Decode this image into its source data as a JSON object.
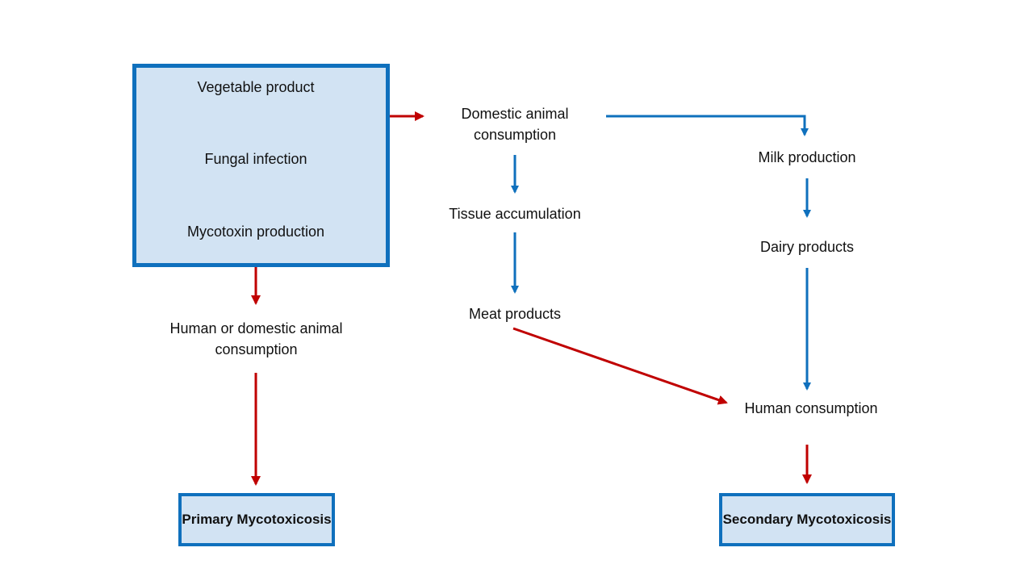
{
  "colors": {
    "flow_arrow": "#0f70bd",
    "consumption_arrow": "#c00000",
    "box_fill": "#d2e3f3",
    "box_border": "#0f70bd"
  },
  "nodes": {
    "vegetable_product": "Vegetable product",
    "fungal_infection": "Fungal infection",
    "mycotoxin_production": "Mycotoxin production",
    "human_or_domestic_animal_consumption": "Human or domestic animal consumption",
    "primary_mycotoxicosis": "Primary Mycotoxicosis",
    "domestic_animal_consumption": "Domestic animal consumption",
    "tissue_accumulation": "Tissue accumulation",
    "meat_products": "Meat products",
    "milk_production": "Milk production",
    "dairy_products": "Dairy products",
    "human_consumption": "Human consumption",
    "secondary_mycotoxicosis": "Secondary Mycotoxicosis"
  }
}
